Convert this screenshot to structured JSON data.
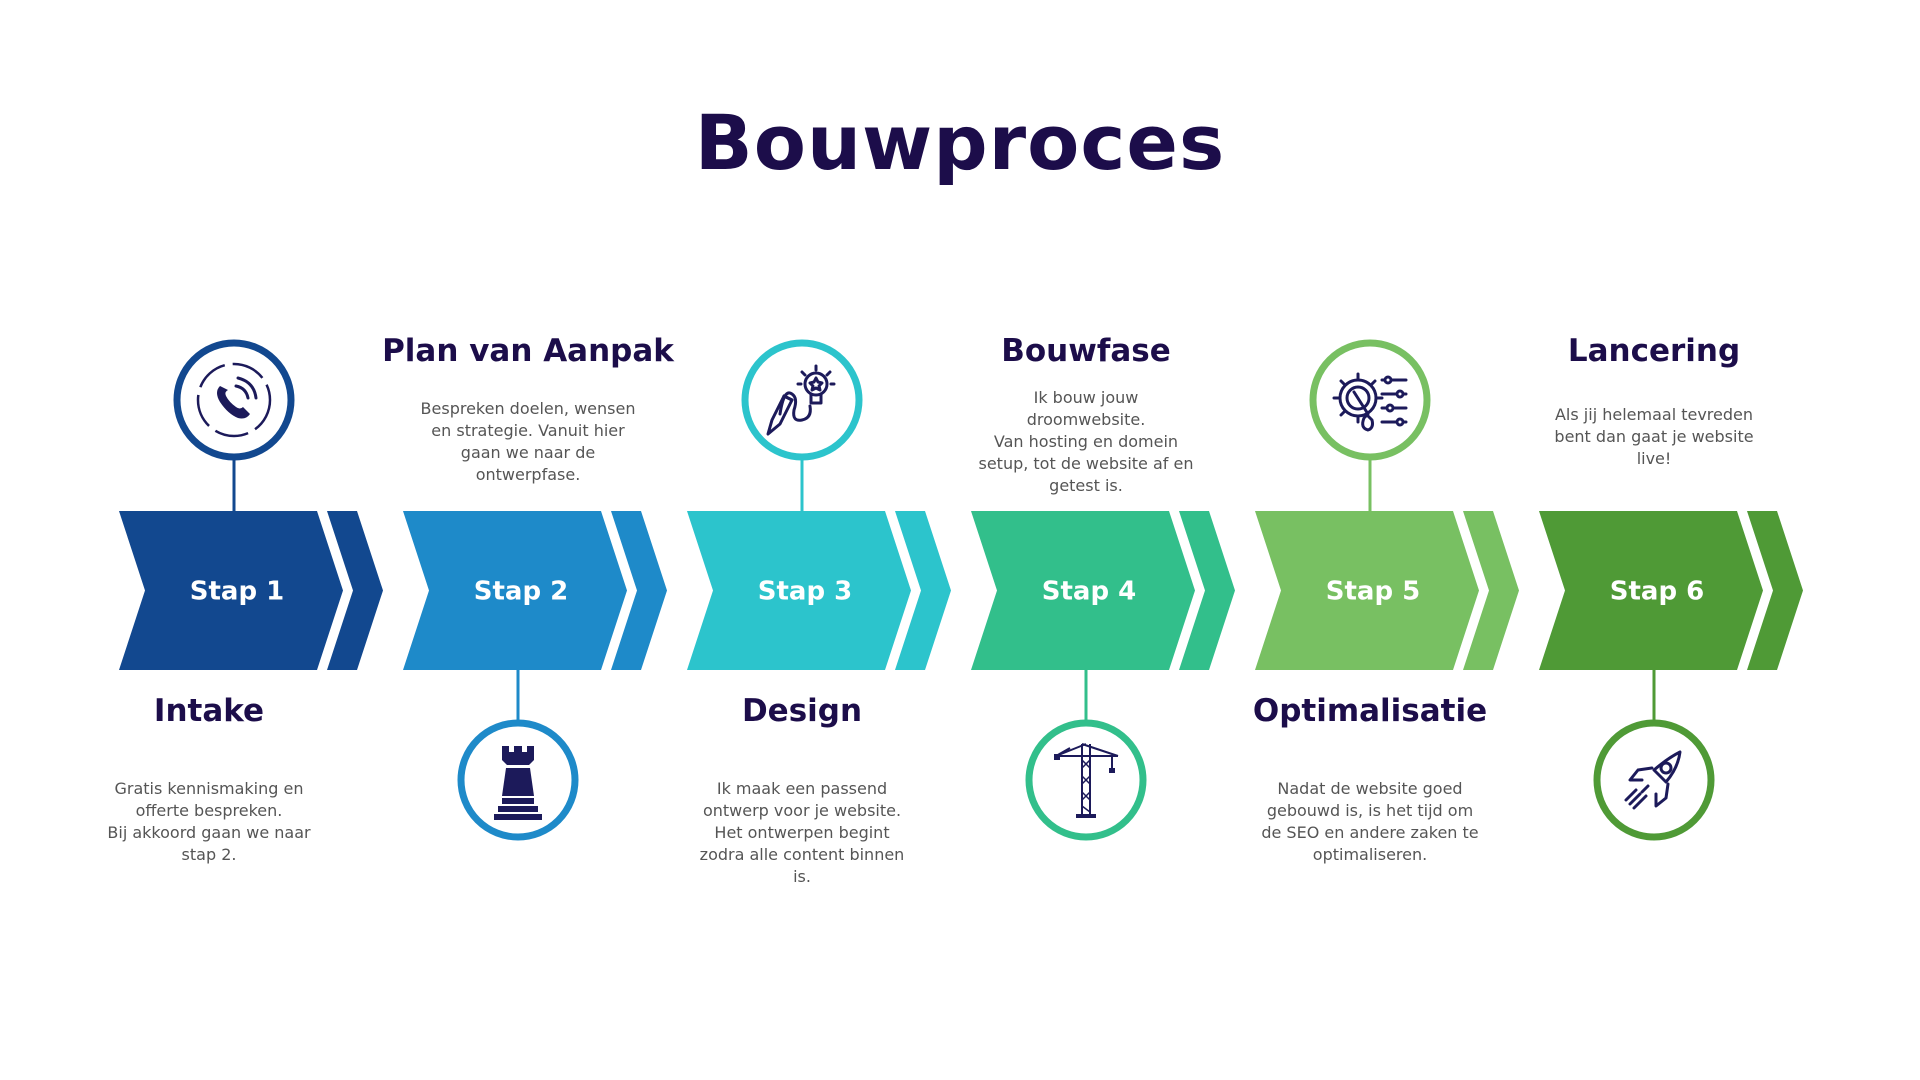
{
  "title": "Bouwproces",
  "steps": [
    {
      "stap_label": "Stap 1",
      "heading": "Intake",
      "description": "Gratis kennismaking en\nofferte bespreken.\nBij akkoord gaan we naar\nstap 2.",
      "icon": "phone-icon",
      "color": "#12488f",
      "icon_position": "top",
      "text_position": "bottom"
    },
    {
      "stap_label": "Stap 2",
      "heading": "Plan van Aanpak",
      "description": "Bespreken doelen, wensen\nen strategie. Vanuit hier\ngaan we naar de\nontwerpfase.",
      "icon": "chess-rook-icon",
      "color": "#1e8ac9",
      "icon_position": "bottom",
      "text_position": "top"
    },
    {
      "stap_label": "Stap 3",
      "heading": "Design",
      "description": "Ik maak een passend\nontwerp voor je website.\nHet ontwerpen begint\nzodra alle content binnen\nis.",
      "icon": "pencil-lightbulb-icon",
      "color": "#2cc4cc",
      "icon_position": "top",
      "text_position": "bottom"
    },
    {
      "stap_label": "Stap 4",
      "heading": "Bouwfase",
      "description": "Ik bouw jouw\ndroomwebsite.\nVan hosting en domein\nsetup, tot de website af en\ngetest is.",
      "icon": "crane-icon",
      "color": "#32bf8b",
      "icon_position": "bottom",
      "text_position": "top"
    },
    {
      "stap_label": "Stap 5",
      "heading": "Optimalisatie",
      "description": "Nadat de website goed\ngebouwd is, is het tijd om\nde SEO en andere zaken te\noptimaliseren.",
      "icon": "gear-settings-icon",
      "color": "#78c062",
      "icon_position": "top",
      "text_position": "bottom"
    },
    {
      "stap_label": "Stap 6",
      "heading": "Lancering",
      "description": "Als jij helemaal tevreden\nbent dan gaat je website\nlive!",
      "icon": "rocket-icon",
      "color": "#4f9a36",
      "icon_position": "bottom",
      "text_position": "top"
    }
  ],
  "colors": {
    "heading": "#1c0d4a",
    "description": "#555555",
    "icon_glyph": "#1c1a5a"
  }
}
